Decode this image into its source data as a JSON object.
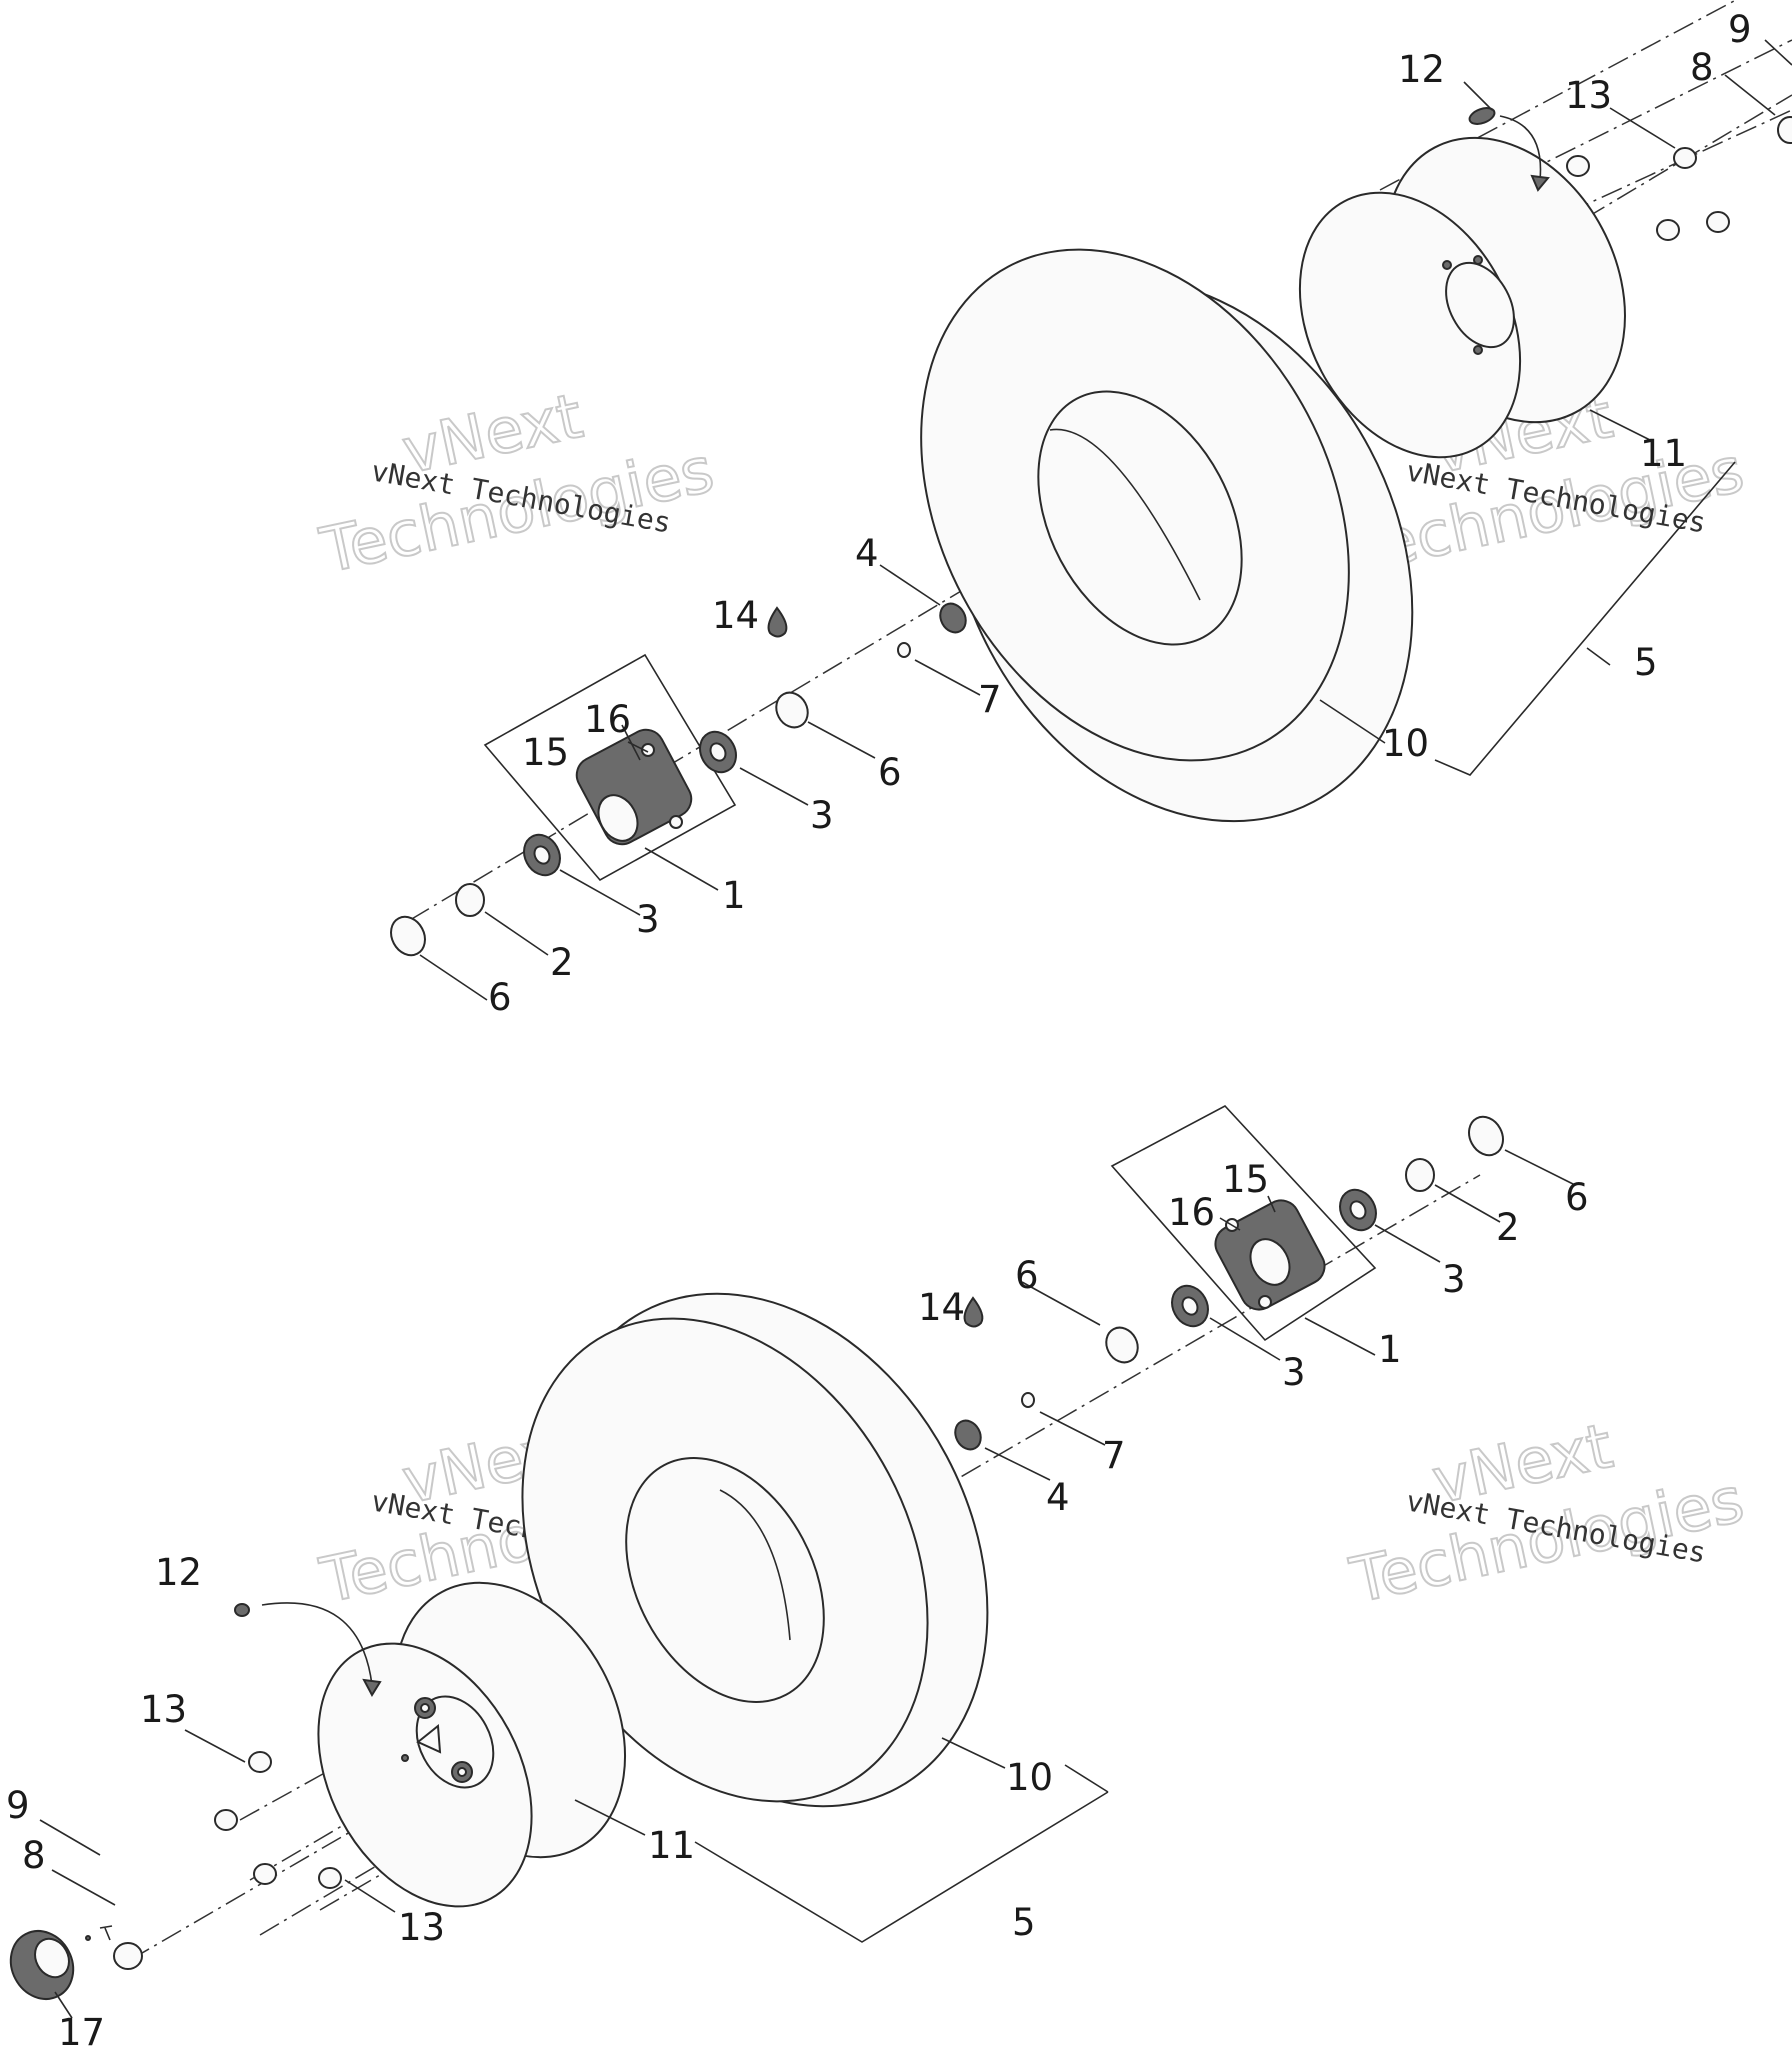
{
  "diagram": {
    "watermark": {
      "brand_line": "vNext Technologies",
      "word1": "vNext",
      "word2": "Technologies"
    },
    "top_assembly": {
      "labels": [
        "1",
        "2",
        "3",
        "3",
        "4",
        "5",
        "6",
        "6",
        "7",
        "8",
        "9",
        "10",
        "11",
        "12",
        "13",
        "14",
        "15",
        "16"
      ]
    },
    "bottom_assembly": {
      "labels": [
        "1",
        "2",
        "3",
        "3",
        "4",
        "5",
        "6",
        "6",
        "7",
        "8",
        "9",
        "10",
        "11",
        "12",
        "13",
        "13",
        "14",
        "15",
        "16",
        "17"
      ]
    }
  }
}
